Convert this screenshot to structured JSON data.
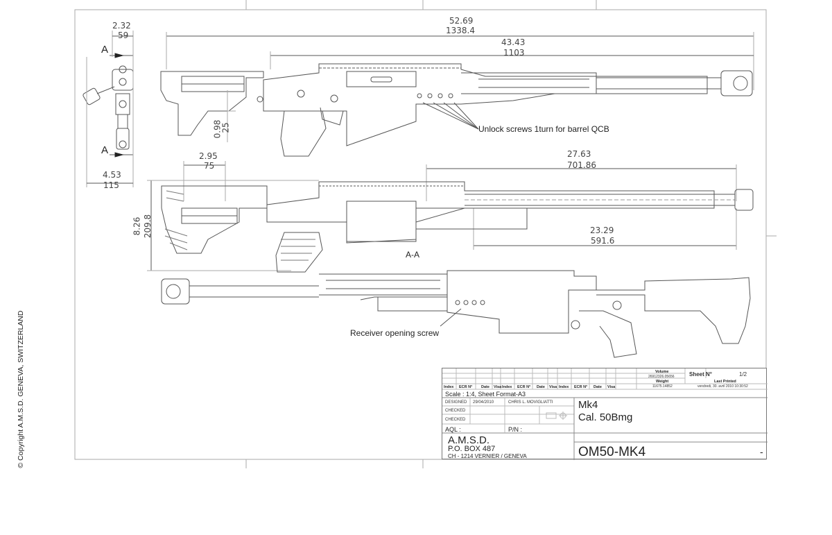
{
  "dimensions": {
    "width_top": {
      "in": "52.69",
      "mm": "1338.4"
    },
    "barrel_top": {
      "in": "43.43",
      "mm": "1103"
    },
    "front_view_width": {
      "in": "2.32",
      "mm": "59"
    },
    "front_view_base": {
      "in": "4.53",
      "mm": "115"
    },
    "vertical_small": {
      "in": "0.98",
      "mm": "25"
    },
    "stock_offset": {
      "in": "2.95",
      "mm": "75"
    },
    "barrel_section": {
      "in": "27.63",
      "mm": "701.86"
    },
    "height_section": {
      "in": "8.26",
      "mm": "209.8"
    },
    "barrel_free": {
      "in": "23.29",
      "mm": "591.6"
    }
  },
  "labels": {
    "section_mark": "A",
    "section_name": "A-A",
    "unlock_note": "Unlock screws 1turn for barrel QCB",
    "receiver_note": "Receiver opening screw",
    "copyright": "© Copyright A.M.S.D. GENEVA, SWITZERLAND"
  },
  "title_block": {
    "volume_label": "Volume",
    "volume_value": "26912326.05656",
    "weight_label": "Weight",
    "weight_value": "11675.14852",
    "sheet_label": "Sheet N°",
    "sheet_value": "1/2",
    "last_printed_label": "Last Printed",
    "last_printed_value": "vendredi, 30. avril 2010 10:30:52",
    "revision_headers": [
      "Index",
      "ECR N°",
      "Date",
      "Visa",
      "Index",
      "ECR N°",
      "Date",
      "Visa",
      "Index",
      "ECR N°",
      "Date",
      "Visa"
    ],
    "scale": "Scale : 1:4, Sheet Format-A3",
    "designed_label": "DESIGNED",
    "designed_date": "29/04/2010",
    "designed_by": "CHRIS L. MOVIGLIATTI",
    "checked_label": "CHECKED",
    "aql_label": "AQL :",
    "pn_label": "P/N :",
    "product_name": "Mk4",
    "caliber": "Cal. 50Bmg",
    "company": "A.M.S.D.",
    "po_box": "P.O. BOX 487",
    "address": "CH - 1214 VERNIER / GENEVA",
    "part_number": "OM50-MK4",
    "revision": "-"
  }
}
